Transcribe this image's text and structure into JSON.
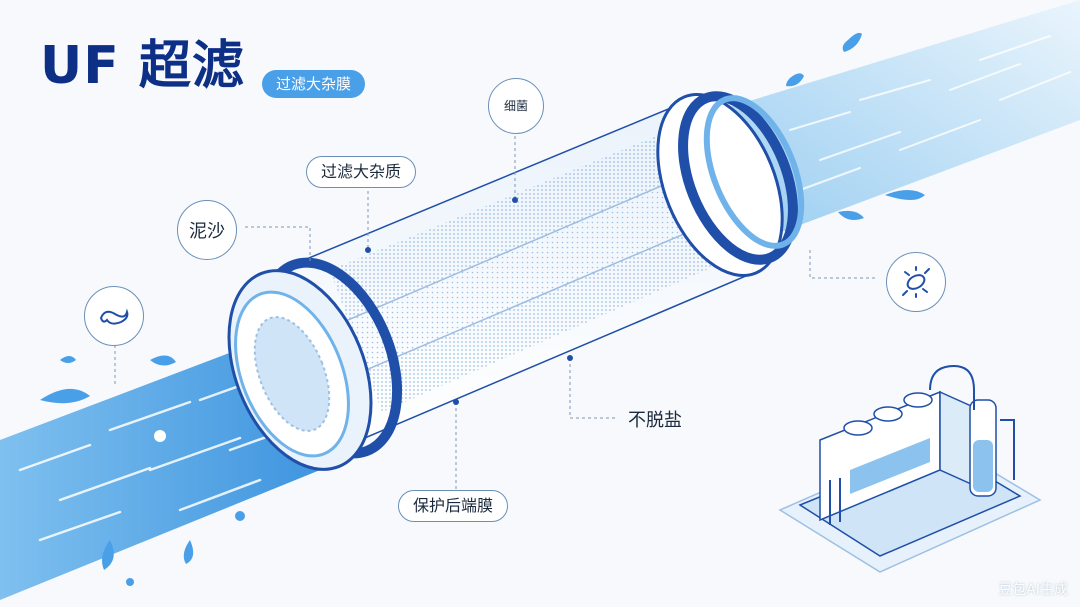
{
  "title": "UF 超滤",
  "subtitle": "过滤大杂膜",
  "labels": {
    "bacteria": "细菌",
    "large_impurities": "过滤大杂质",
    "sediment": "泥沙",
    "no_desalination": "不脱盐",
    "protect_membrane": "保护后端膜"
  },
  "watermark": "豆包AI生成",
  "colors": {
    "title": "#0d2f86",
    "accent_blue": "#1f4fa8",
    "light_blue": "#6fb3ea",
    "pill": "#4aa0e8",
    "water": "#5aa9e6"
  },
  "icons": {
    "bacteria": "bacteria-icon",
    "microbe": "microbe-icon",
    "parasite": "parasite-icon",
    "plant": "water-treatment-plant"
  }
}
